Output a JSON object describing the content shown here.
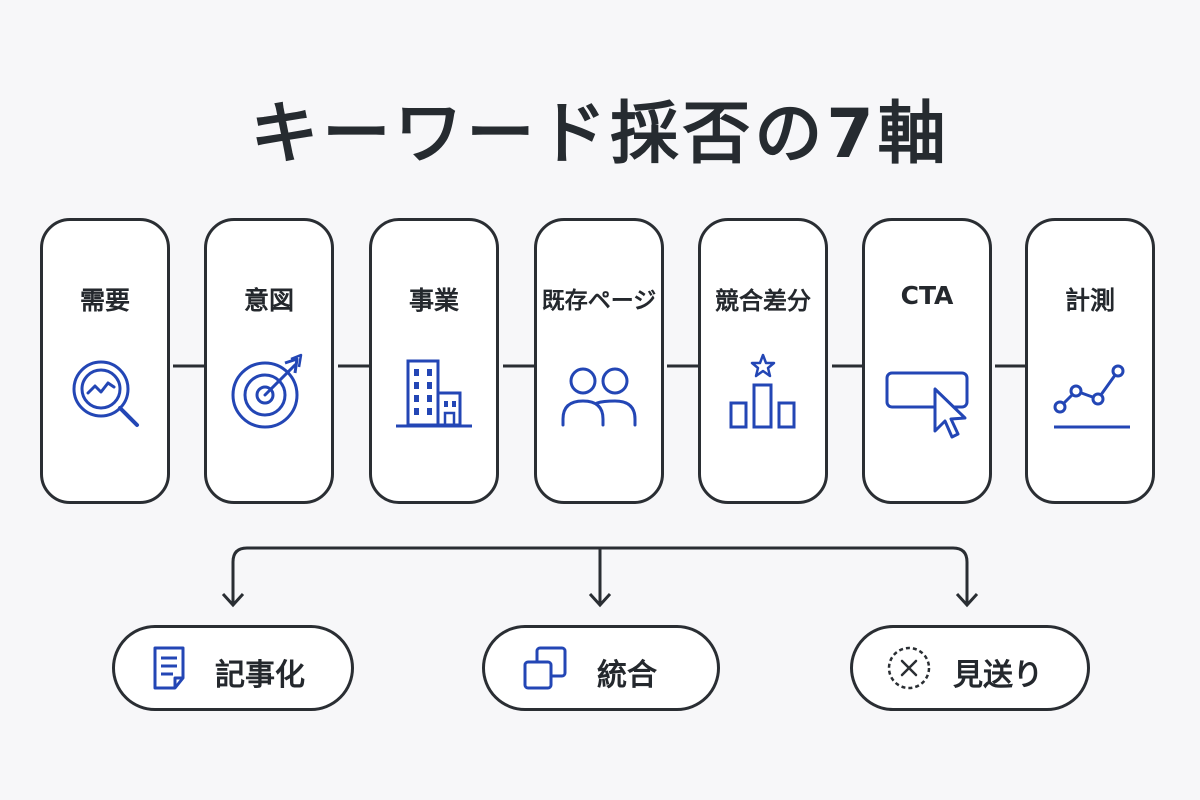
{
  "title": "キーワード採否の7軸",
  "colors": {
    "accent": "#2346b5",
    "stroke": "#2a2e33",
    "background": "#f7f7f9"
  },
  "axes": [
    {
      "label": "需要",
      "icon": "magnifier-trend-icon"
    },
    {
      "label": "意図",
      "icon": "target-arrow-icon"
    },
    {
      "label": "事業",
      "icon": "office-building-icon"
    },
    {
      "label": "既存ページ",
      "icon": "users-icon"
    },
    {
      "label": "競合差分",
      "icon": "ranking-star-icon"
    },
    {
      "label": "CTA",
      "icon": "click-button-icon"
    },
    {
      "label": "計測",
      "icon": "line-chart-icon"
    }
  ],
  "outcomes": [
    {
      "label": "記事化",
      "icon": "document-icon"
    },
    {
      "label": "統合",
      "icon": "merge-squares-icon"
    },
    {
      "label": "見送り",
      "icon": "dashed-x-circle-icon"
    }
  ]
}
